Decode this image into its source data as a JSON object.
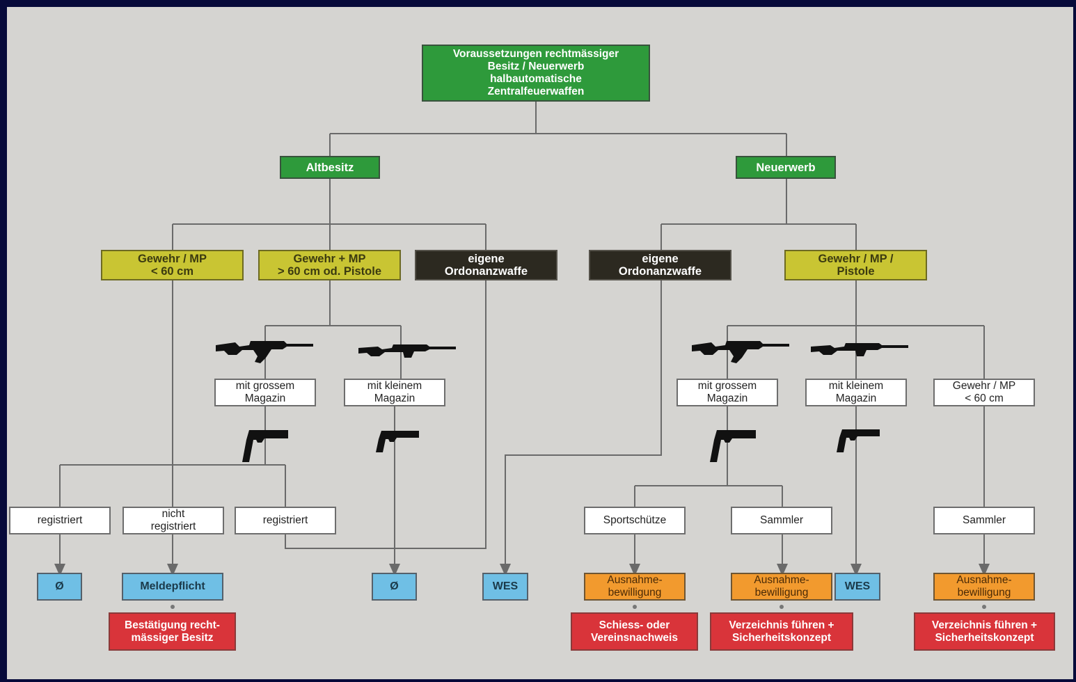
{
  "root": {
    "label": "Voraussetzungen rechtmässiger\nBesitz / Neuerwerb\nhalbautomatische\nZentralfeuerwaffen"
  },
  "branches": {
    "altbesitz": "Altbesitz",
    "neuerwerb": "Neuerwerb"
  },
  "categories": {
    "alt_gewehr_mp_kurz": "Gewehr / MP\n< 60 cm",
    "alt_gewehr_mp_lang": "Gewehr + MP\n>  60 cm od. Pistole",
    "alt_ordonanz": "eigene\nOrdonanzwaffe",
    "neu_ordonanz": "eigene\nOrdonanzwaffe",
    "neu_gewehr_mp_pistole": "Gewehr / MP /\nPistole"
  },
  "magazines": {
    "alt_gross": "mit grossem\nMagazin",
    "alt_klein": "mit kleinem\nMagazin",
    "neu_gross": "mit grossem\nMagazin",
    "neu_klein": "mit kleinem\nMagazin",
    "neu_kurz": "Gewehr / MP\n< 60 cm"
  },
  "status": {
    "registriert_1": "registriert",
    "nicht_registriert": "nicht\nregistriert",
    "registriert_2": "registriert",
    "sportschuetze": "Sportschütze",
    "sammler_1": "Sammler",
    "sammler_2": "Sammler"
  },
  "outcomes": {
    "none_1": "Ø",
    "meldepflicht": "Meldepflicht",
    "none_2": "Ø",
    "wes_1": "WES",
    "ausnahme_1": "Ausnahme-\nbewilligung",
    "ausnahme_2": "Ausnahme-\nbewilligung",
    "wes_2": "WES",
    "ausnahme_3": "Ausnahme-\nbewilligung"
  },
  "requirements": {
    "bestaetigung": "Bestätigung recht-\nmässiger Besitz",
    "schiessnachweis": "Schiess- oder\nVereinsnachweis",
    "verzeichnis_1": "Verzeichnis führen +\nSicherheitskonzept",
    "verzeichnis_2": "Verzeichnis führen +\nSicherheitskonzept"
  },
  "icons": [
    "assault-rifle-icon",
    "pistol-icon"
  ],
  "colors": {
    "background": "#070a3a",
    "panel": "#d5d4d1",
    "green": "#2e9a3b",
    "olive": "#c9c533",
    "dark": "#2c2920",
    "blue": "#6fbfe5",
    "orange": "#f29a2e",
    "red": "#d9343a"
  }
}
